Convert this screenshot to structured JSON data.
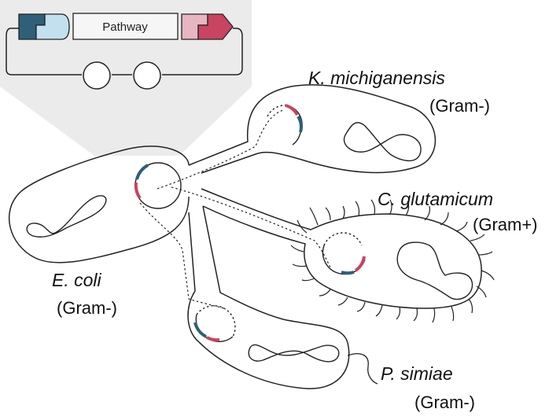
{
  "construct": {
    "part_label": "Pathway",
    "colors": {
      "dark_blue": "#2f5f79",
      "light_blue": "#c3e0ee",
      "light_pink": "#e8b5c2",
      "crimson": "#c84460",
      "callout": "#ebebeb",
      "outline": "#222222"
    }
  },
  "organisms": [
    {
      "species": "K. michiganensis",
      "gram": "(Gram-)"
    },
    {
      "species": "C. glutamicum",
      "gram": "(Gram+)"
    },
    {
      "species": "E. coli",
      "gram": "(Gram-)"
    },
    {
      "species": "P. simiae",
      "gram": "(Gram-)"
    }
  ]
}
